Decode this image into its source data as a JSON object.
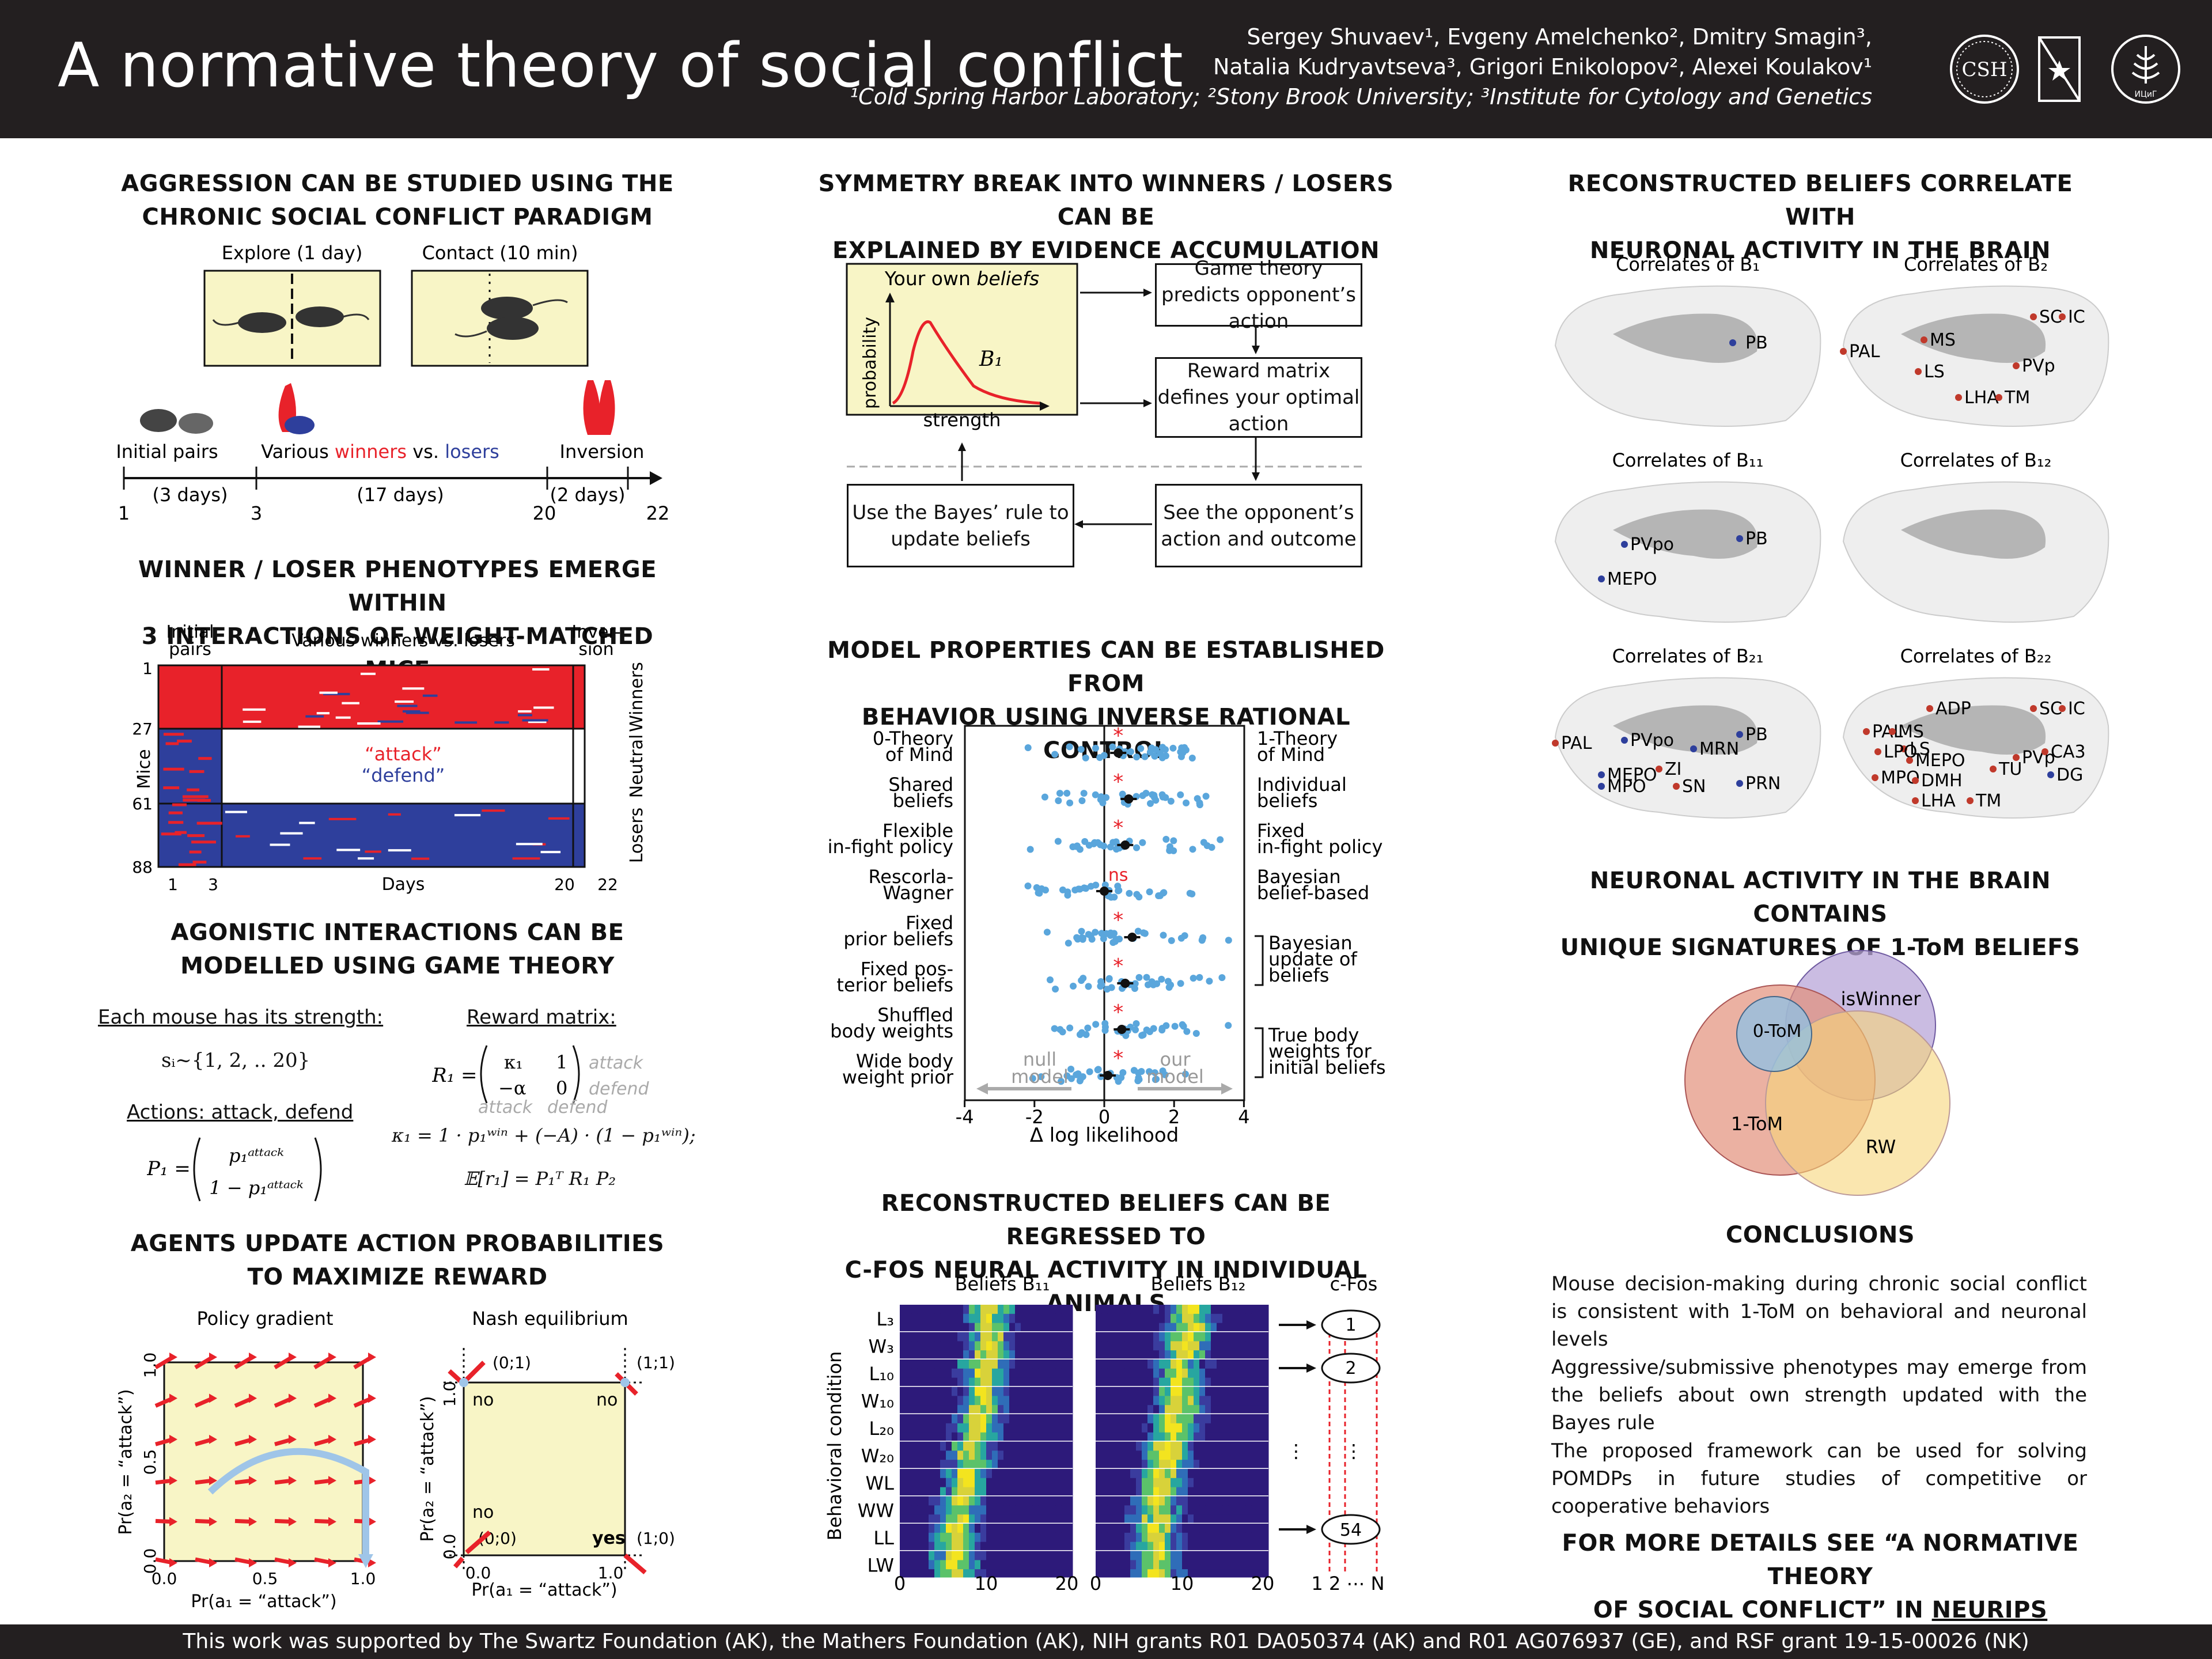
{
  "header": {
    "title": "A normative theory of social conflict",
    "authors_line1": "Sergey Shuvaev¹, Evgeny Amelchenko², Dmitry Smagin³,",
    "authors_line2": "Natalia Kudryavtseva³, Grigori Enikolopov², Alexei Koulakov¹",
    "affiliations": "¹Cold Spring Harbor Laboratory; ²Stony Brook University; ³Institute for Cytology and Genetics",
    "logo_csh": "CSH"
  },
  "col1": {
    "s1_title": [
      "AGGRESSION CAN BE STUDIED USING THE",
      "CHRONIC SOCIAL CONFLICT PARADIGM"
    ],
    "explore_label": "Explore (1 day)",
    "contact_label": "Contact (10 min)",
    "timeline": {
      "initial": "Initial pairs",
      "various_prefix": "Various ",
      "winners": "winners",
      "vs": " vs. ",
      "losers": "losers",
      "inversion": "Inversion",
      "d1": "(3 days)",
      "d2": "(17 days)",
      "d3": "(2 days)",
      "t1": "1",
      "t3": "3",
      "t20": "20",
      "t22": "22"
    },
    "s2_title": [
      "WINNER / LOSER PHENOTYPES EMERGE WITHIN",
      "3 INTERACTIONS OF WEIGHT-MATCHED MICE"
    ],
    "heat": {
      "initial": "Initial",
      "pairs": "pairs",
      "various": "Various winners vs. losers",
      "inver": "Inver-",
      "sion": "sion",
      "attack": "“attack”",
      "defend": "“defend”",
      "mice": "Mice",
      "days": "Days",
      "winners": "Winners",
      "neutral": "Neutral",
      "losers": "Losers",
      "y1": "1",
      "y27": "27",
      "y61": "61",
      "y88": "88",
      "x1": "1",
      "x3": "3",
      "x20": "20",
      "x22": "22"
    },
    "s3_title": [
      "AGONISTIC INTERACTIONS CAN BE",
      "MODELLED USING GAME THEORY"
    ],
    "gt": {
      "strength_lbl": "Each mouse has its strength:",
      "strength_eq": "sᵢ~{1, 2, .. 20}",
      "reward_lbl": "Reward matrix:",
      "r1": "R₁ =",
      "m11": "κ₁",
      "m12": "1",
      "m21": "−α",
      "m22": "0",
      "attack": "attack",
      "defend": "defend",
      "actions_lbl": "Actions: attack, defend",
      "p1": "P₁ =",
      "p_top": "p₁ᵃᵗᵗᵃᶜᵏ",
      "p_bot": "1 − p₁ᵃᵗᵗᵃᶜᵏ",
      "kappa": "κ₁ = 1 · p₁ʷⁱⁿ + (−A) · (1 − p₁ʷⁱⁿ);",
      "expect": "𝔼[r₁] = P₁ᵀ R₁ P₂"
    },
    "s4_title": [
      "AGENTS UPDATE ACTION PROBABILITIES",
      "TO MAXIMIZE REWARD"
    ],
    "pg": {
      "title": "Policy gradient",
      "ylabel": "Pr(a₂ = “attack”)",
      "xlabel": "Pr(a₁ = “attack”)",
      "ticks": [
        "0.0",
        "0.5",
        "1.0"
      ]
    },
    "ne": {
      "title": "Nash equilibrium",
      "c01": "(0;1)",
      "c11": "(1;1)",
      "c00": "(0;0)",
      "c10": "(1;0)",
      "no": "no",
      "yes": "yes",
      "ylabel": "Pr(a₂ = “attack”)",
      "xlabel": "Pr(a₁ = “attack”)",
      "ticks": [
        "0.0",
        "1.0"
      ]
    }
  },
  "col2": {
    "s1_title": [
      "SYMMETRY BREAK INTO WINNERS / LOSERS CAN BE",
      "EXPLAINED BY EVIDENCE ACCUMULATION"
    ],
    "beliefs_title_a": "Your own ",
    "beliefs_title_b": "beliefs",
    "beliefs_b1": "B₁",
    "beliefs_y": "probability",
    "beliefs_x": "strength",
    "box_game": "Game theory predicts opponent’s action",
    "box_reward": "Reward matrix defines your optimal action",
    "box_see": "See the opponent’s action and outcome",
    "box_bayes": "Use the Bayes’ rule to update beliefs",
    "s2_title": [
      "MODEL PROPERTIES CAN BE ESTABLISHED FROM",
      "BEHAVIOR USING INVERSE RATIONAL CONTROL"
    ],
    "s3_title": [
      "RECONSTRUCTED BELIEFS CAN BE REGRESSED TO",
      "C-FOS NEURAL ACTIVITY IN INDIVIDUAL ANIMALS"
    ],
    "reg": {
      "b11": "Beliefs B₁₁",
      "b12": "Beliefs B₁₂",
      "cfos": "c-Fos",
      "ylabel": "Behavioral condition",
      "rows": [
        "L₃",
        "W₃",
        "L₁₀",
        "W₁₀",
        "L₂₀",
        "W₂₀",
        "WL",
        "WW",
        "LL",
        "LW"
      ],
      "xt0": "0",
      "xt10": "10",
      "xt20": "20",
      "n1": "1",
      "n2": "2",
      "n54": "54",
      "dots": "⋮",
      "cx": "1 2 ⋯ N"
    }
  },
  "chart_data": {
    "type": "scatter",
    "xlabel": "Δ log likelihood",
    "xlim": [
      -4,
      4
    ],
    "xticks": [
      "-4",
      "-2",
      "0",
      "2",
      "4"
    ],
    "left_labels": [
      [
        "0-Theory",
        "of Mind"
      ],
      [
        "Shared",
        "beliefs"
      ],
      [
        "Flexible",
        "in-fight policy"
      ],
      [
        "Rescorla-",
        "Wagner"
      ],
      [
        "Fixed",
        "prior beliefs"
      ],
      [
        "Fixed pos-",
        "terior beliefs"
      ],
      [
        "Shuffled",
        "body weights"
      ],
      [
        "Wide body",
        "weight prior"
      ]
    ],
    "right_labels": [
      [
        "1-Theory",
        "of Mind"
      ],
      [
        "Individual",
        "beliefs"
      ],
      [
        "Fixed",
        "in-fight policy"
      ],
      [
        "Bayesian",
        "belief-based"
      ]
    ],
    "right_group1": [
      "Bayesian",
      "update of",
      "beliefs"
    ],
    "right_group2": [
      "True body",
      "weights for",
      "initial beliefs"
    ],
    "means": [
      0.4,
      0.7,
      0.6,
      0.0,
      0.8,
      0.6,
      0.5,
      0.1
    ],
    "significance": [
      "*",
      "*",
      "*",
      "ns",
      "*",
      "*",
      "*",
      "*"
    ],
    "null_label": [
      "null",
      "model"
    ],
    "our_label": [
      "our",
      "model"
    ]
  },
  "col3": {
    "s1_title": [
      "RECONSTRUCTED BELIEFS CORRELATE WITH",
      "NEURONAL ACTIVITY IN THE BRAIN"
    ],
    "brains": [
      {
        "title": "Correlates of B₁",
        "labels": [
          "PB"
        ]
      },
      {
        "title": "Correlates of B₂",
        "labels": [
          "SC",
          "IC",
          "PAL",
          "MS",
          "LS",
          "PVp",
          "LHA",
          "TM"
        ]
      },
      {
        "title": "Correlates of B₁₁",
        "labels": [
          "PVpo",
          "PB",
          "MEPO"
        ]
      },
      {
        "title": "Correlates of B₁₂",
        "labels": []
      },
      {
        "title": "Correlates of B₂₁",
        "labels": [
          "PAL",
          "PVpo",
          "PB",
          "MEPO",
          "MRN",
          "MPO",
          "ZI",
          "SN",
          "PRN"
        ]
      },
      {
        "title": "Correlates of B₂₂",
        "labels": [
          "SC",
          "IC",
          "ADP",
          "PAL",
          "MS",
          "LS",
          "LPO",
          "MEPO",
          "PVp",
          "CA3",
          "MPO",
          "DMH",
          "TU",
          "DG",
          "LHA",
          "TM"
        ]
      }
    ],
    "s2_title": [
      "NEURONAL ACTIVITY IN THE BRAIN CONTAINS",
      "UNIQUE SIGNATURES OF 1-ToM BELIEFS"
    ],
    "venn": {
      "iswinner": "isWinner",
      "tom0": "0-ToM",
      "tom1": "1-ToM",
      "rw": "RW"
    },
    "s3_title": "CONCLUSIONS",
    "conclusions": [
      "Mouse decision-making during chronic social conflict is consistent with 1-ToM on behavioral and neuronal levels",
      "Aggressive/submissive phenotypes may emerge from the beliefs about own strength updated with the Bayes rule",
      "The proposed framework can be used for solving POMDPs in future studies of competitive or cooperative behaviors"
    ],
    "details_a": "FOR MORE DETAILS SEE “A NORMATIVE THEORY",
    "details_b": "OF SOCIAL CONFLICT” IN ",
    "details_link": "NEURIPS"
  },
  "footer": "This work was supported by The Swartz Foundation (AK), the Mathers Foundation (AK), NIH grants R01 DA050374 (AK) and R01 AG076937 (GE), and RSF grant 19-15-00026 (NK)",
  "colors": {
    "red": "#e8222a",
    "blue": "#2e3f9c",
    "lightblue": "#5aa6dc",
    "header": "#231f20",
    "yellow": "#f8f5c6"
  }
}
